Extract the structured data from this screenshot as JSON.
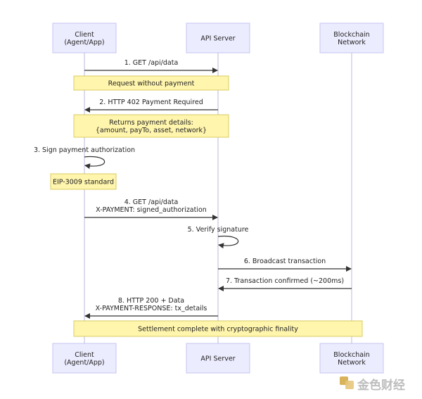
{
  "participants": [
    {
      "id": "client",
      "lines": [
        "Client",
        "(Agent/App)"
      ]
    },
    {
      "id": "api",
      "lines": [
        "API Server"
      ]
    },
    {
      "id": "chain",
      "lines": [
        "Blockchain",
        "Network"
      ]
    }
  ],
  "steps": [
    {
      "kind": "msg",
      "from": "client",
      "to": "api",
      "lines": [
        "1. GET /api/data"
      ]
    },
    {
      "kind": "note",
      "span": [
        "client",
        "api"
      ],
      "lines": [
        "Request without payment"
      ]
    },
    {
      "kind": "msg",
      "from": "api",
      "to": "client",
      "lines": [
        "2. HTTP 402 Payment Required"
      ]
    },
    {
      "kind": "note",
      "span": [
        "client",
        "api"
      ],
      "lines": [
        "Returns payment details:",
        "{amount, payTo, asset, network}"
      ]
    },
    {
      "kind": "self",
      "on": "client",
      "lines": [
        "3. Sign payment authorization"
      ]
    },
    {
      "kind": "note",
      "on": "client",
      "lines": [
        "EIP-3009 standard"
      ]
    },
    {
      "kind": "msg",
      "from": "client",
      "to": "api",
      "lines": [
        "4. GET /api/data",
        "X-PAYMENT: signed_authorization"
      ]
    },
    {
      "kind": "self",
      "on": "api",
      "lines": [
        "5. Verify signature"
      ]
    },
    {
      "kind": "msg",
      "from": "api",
      "to": "chain",
      "lines": [
        "6. Broadcast transaction"
      ]
    },
    {
      "kind": "msg",
      "from": "chain",
      "to": "api",
      "lines": [
        "7. Transaction confirmed (~200ms)"
      ]
    },
    {
      "kind": "msg",
      "from": "api",
      "to": "client",
      "lines": [
        "8. HTTP 200 + Data",
        "X-PAYMENT-RESPONSE: tx_details"
      ]
    },
    {
      "kind": "note",
      "span": [
        "client",
        "chain"
      ],
      "lines": [
        "Settlement complete with cryptographic finality"
      ]
    }
  ],
  "watermark": {
    "text": "金色财经"
  }
}
